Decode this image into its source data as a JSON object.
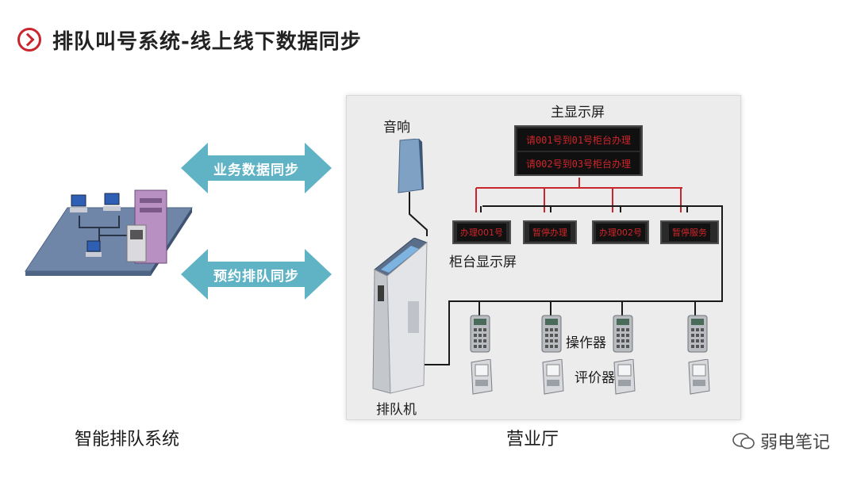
{
  "title": "排队叫号系统-线上线下数据同步",
  "arrows": {
    "top": "业务数据同步",
    "bottom": "预约排队同步"
  },
  "left_caption": "智能排队系统",
  "right_caption": "营业厅",
  "hall": {
    "speaker_label": "音响",
    "main_display_label": "主显示屏",
    "main_display_lines": [
      "请001号到01号柜台办理",
      "请002号到03号柜台办理"
    ],
    "counter_display_label": "柜台显示屏",
    "counter_displays": [
      "办理001号",
      "暂停办理",
      "办理002号",
      "暂停服务"
    ],
    "operator_label": "操作器",
    "evaluator_label": "评价器",
    "kiosk_label": "排队机"
  },
  "watermark": "弱电笔记",
  "colors": {
    "accent": "#c8262c",
    "arrow": "#5fb3c4",
    "led_text": "#d0262a",
    "red_line": "#c8262c"
  }
}
